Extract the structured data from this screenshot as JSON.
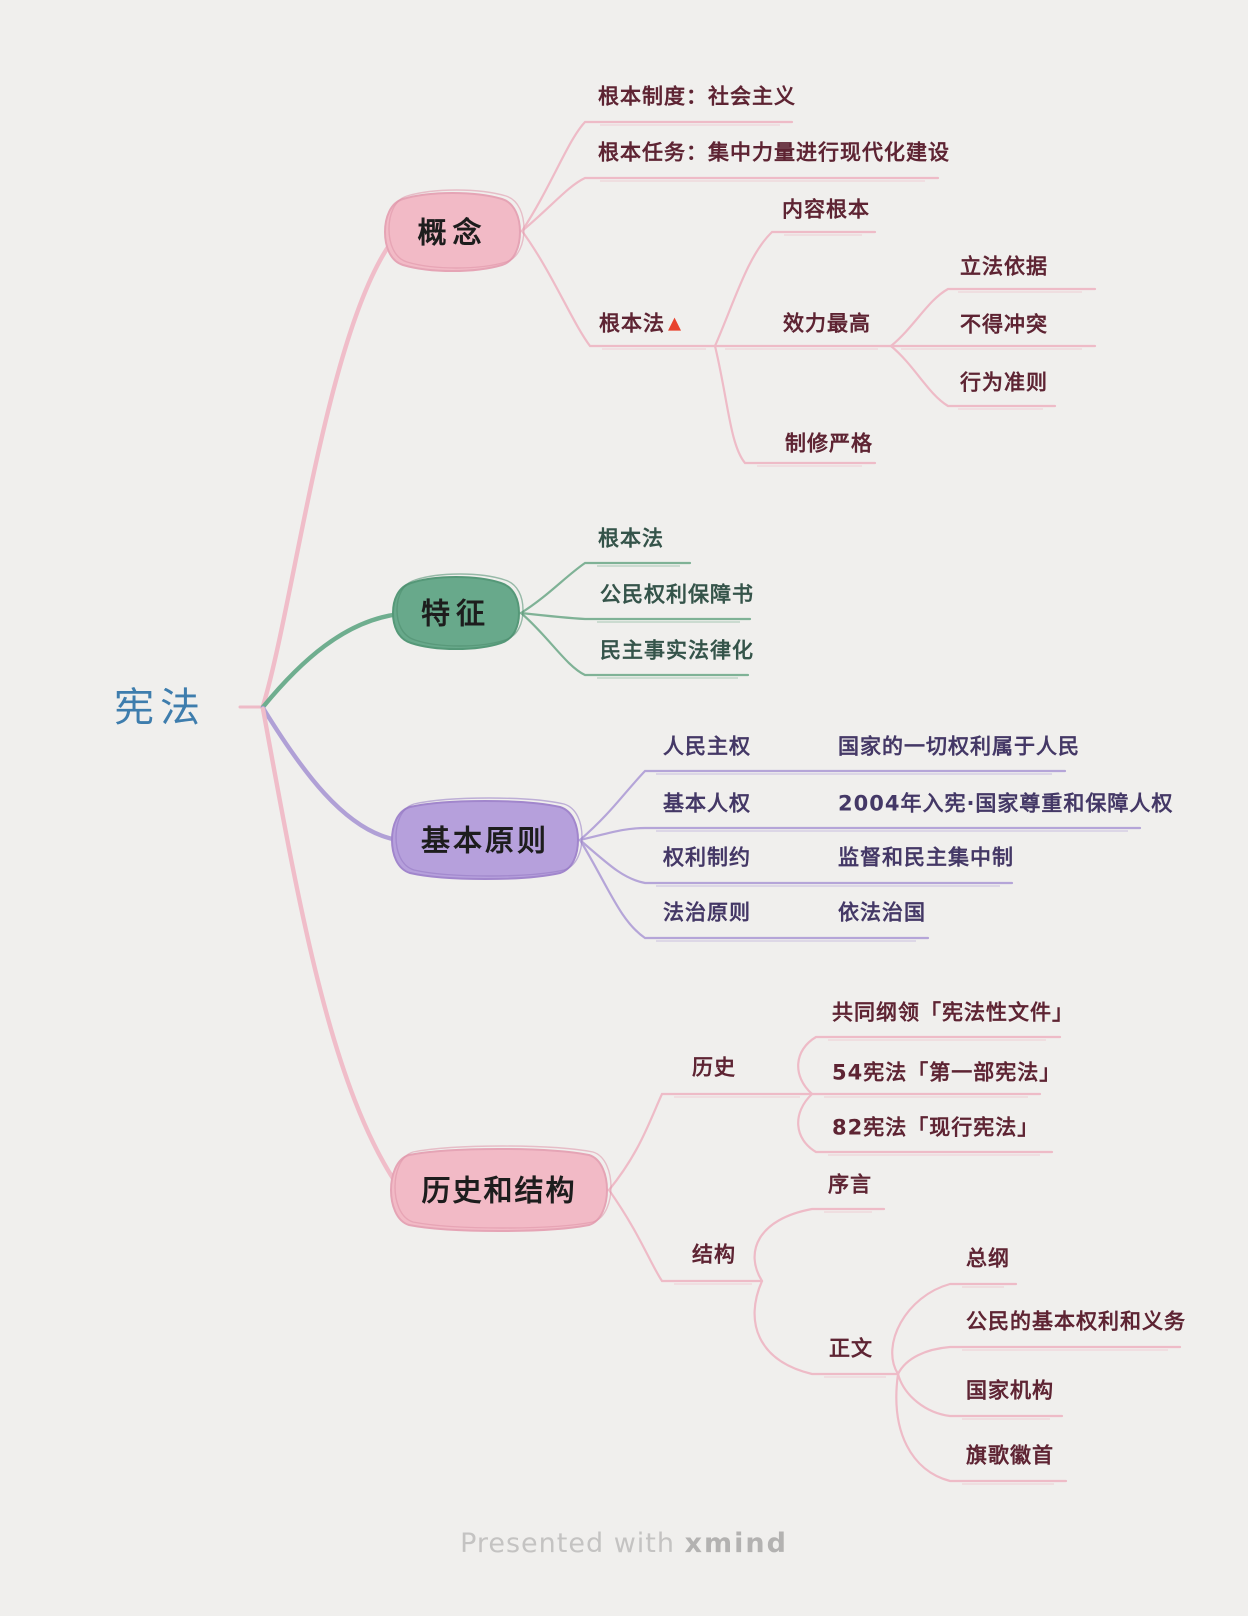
{
  "root": {
    "label": "宪法"
  },
  "colors": {
    "background": "#f0efed",
    "root_text": "#3e7dad",
    "pink_branch": "#eebbc7",
    "pink_fill": "#f2bac6",
    "green_branch": "#7fb296",
    "green_fill": "#68a98b",
    "purple_branch": "#b5a5d8",
    "purple_fill": "#b6a0dc",
    "dark_maroon_text": "#5e2433",
    "dark_green_text": "#35544a",
    "dark_purple_text": "#443866",
    "marker_red": "#e8432e"
  },
  "branches": [
    {
      "label": "概念",
      "children": [
        {
          "label": "根本制度：社会主义"
        },
        {
          "label": "根本任务：集中力量进行现代化建设"
        },
        {
          "label": "根本法",
          "marker": "▲",
          "children": [
            {
              "label": "内容根本"
            },
            {
              "label": "效力最高",
              "children": [
                {
                  "label": "立法依据"
                },
                {
                  "label": "不得冲突"
                },
                {
                  "label": "行为准则"
                }
              ]
            },
            {
              "label": "制修严格"
            }
          ]
        }
      ]
    },
    {
      "label": "特征",
      "children": [
        {
          "label": "根本法"
        },
        {
          "label": "公民权利保障书"
        },
        {
          "label": "民主事实法律化"
        }
      ]
    },
    {
      "label": "基本原则",
      "children": [
        {
          "label": "人民主权",
          "note": "国家的一切权利属于人民"
        },
        {
          "label": "基本人权",
          "note": "2004年入宪·国家尊重和保障人权"
        },
        {
          "label": "权利制约",
          "note": "监督和民主集中制"
        },
        {
          "label": "法治原则",
          "note": "依法治国"
        }
      ]
    },
    {
      "label": "历史和结构",
      "children": [
        {
          "label": "历史",
          "children": [
            {
              "label": "共同纲领「宪法性文件」"
            },
            {
              "label": "54宪法「第一部宪法」"
            },
            {
              "label": "82宪法「现行宪法」"
            }
          ]
        },
        {
          "label": "结构",
          "children": [
            {
              "label": "序言"
            },
            {
              "label": "正文",
              "children": [
                {
                  "label": "总纲"
                },
                {
                  "label": "公民的基本权利和义务"
                },
                {
                  "label": "国家机构"
                },
                {
                  "label": "旗歌徽首"
                }
              ]
            }
          ]
        }
      ]
    }
  ],
  "footer": {
    "prefix": "Presented with",
    "brand": "xmind"
  }
}
